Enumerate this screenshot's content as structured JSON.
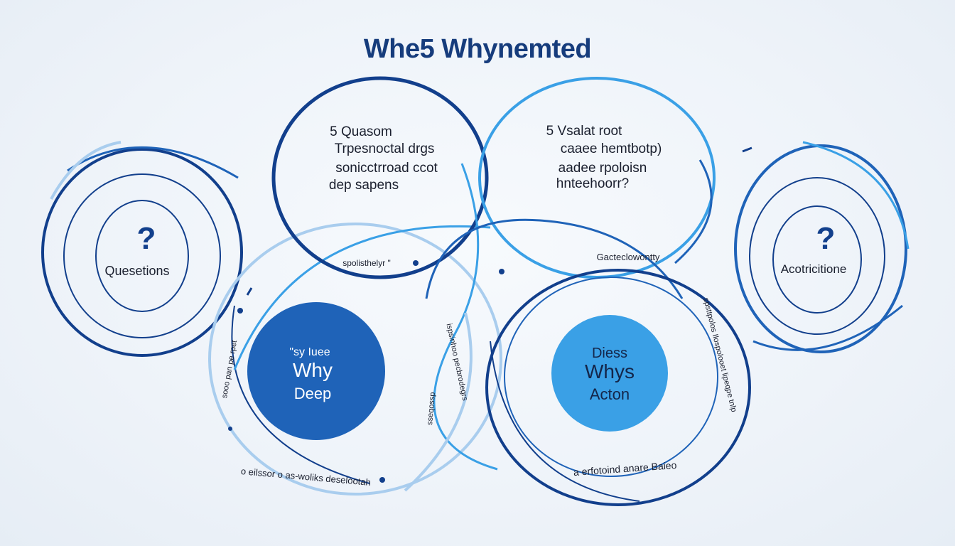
{
  "title": "Whe5 Whynemted",
  "colors": {
    "navy": "#123f8c",
    "mid_blue": "#1f63b8",
    "sky": "#3aa0e6",
    "pale": "#a9cdee",
    "text_dark": "#1a1f2e",
    "title": "#163c7c"
  },
  "left_circle": {
    "icon": "question-mark-icon",
    "symbol": "?",
    "label": "Quesetions"
  },
  "right_circle": {
    "icon": "question-mark-icon",
    "symbol": "?",
    "label": "Acotricitione"
  },
  "top_left_block": {
    "lines": [
      "5 Quasom",
      "Trpesnoctal drgs",
      "sonicctrroad ccot",
      "dep sapens"
    ]
  },
  "top_right_block": {
    "lines": [
      "5 Vsalat root",
      "caaee hemtbotp)",
      "aadee rpoloisn",
      "hnteehoorr?"
    ]
  },
  "why_deep": {
    "lines": [
      "\"sy Iuee",
      "Why",
      "Deep"
    ]
  },
  "whys_acton": {
    "lines": [
      "Diess",
      "Whys",
      "Acton"
    ]
  },
  "small_labels": {
    "left_mid": "spolisthelyr \"",
    "right_top": "Gacteclowontty",
    "bottom_left": "o eilssor o as-woliks deselootah",
    "bottom_right": "a erfotoind anare Baieo",
    "left_arc": "sooo pan pe rpet",
    "center_arc": "ispsinhoo pecbrodegrs",
    "center_arc_2": "sseqossp",
    "right_arc": "spsttpolos Ilospolooet lipeqpe tnlp"
  }
}
